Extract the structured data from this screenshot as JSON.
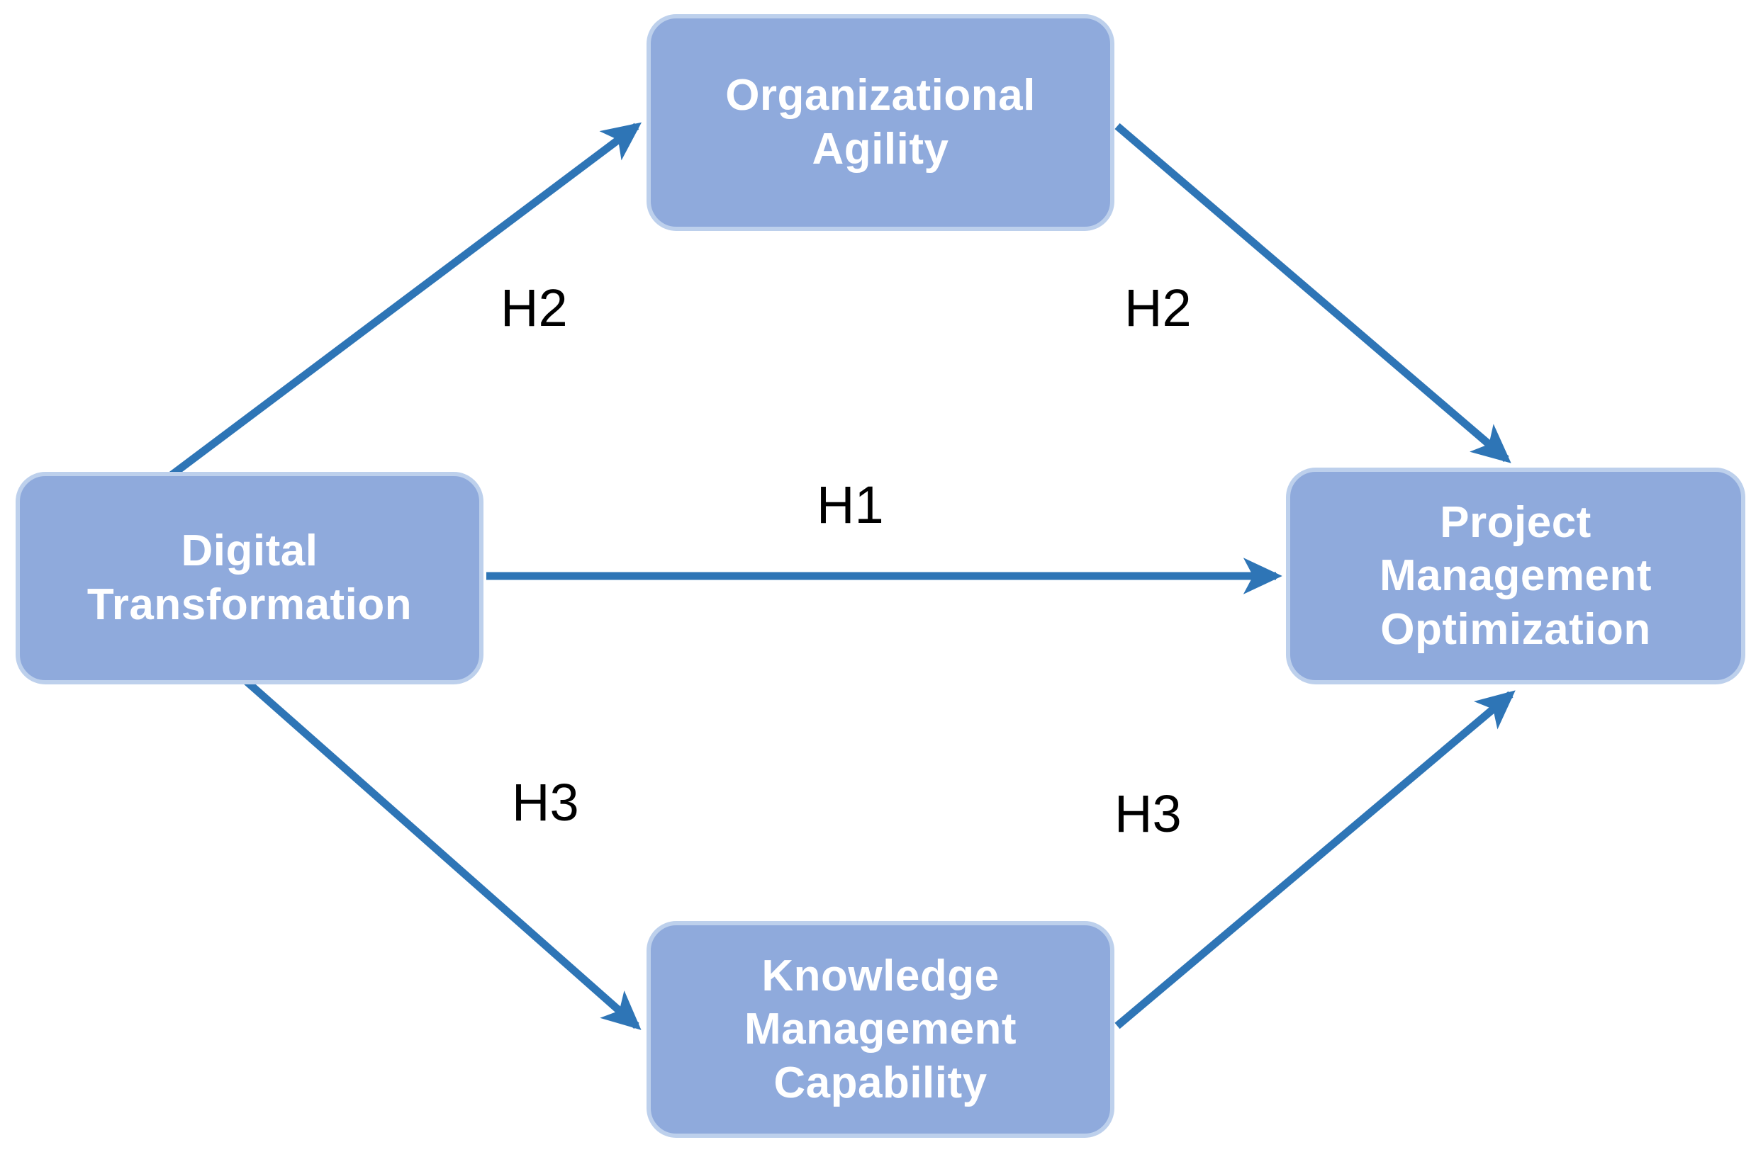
{
  "diagram": {
    "type": "conceptual-research-model",
    "background_color": "#FFFFFF",
    "node_fill_color": "#8FAADC",
    "node_border_color": "#BDD0EC",
    "node_text_color": "#FFFFFF",
    "arrow_color": "#2E75B6",
    "label_text_color": "#000000",
    "nodes": [
      {
        "id": "digital-transformation",
        "label": "Digital\nTransformation",
        "role": "independent-variable",
        "position": "left-center"
      },
      {
        "id": "organizational-agility",
        "label": "Organizational\nAgility",
        "role": "mediator",
        "position": "top-center"
      },
      {
        "id": "knowledge-management-capability",
        "label": "Knowledge\nManagement\nCapability",
        "role": "mediator",
        "position": "bottom-center"
      },
      {
        "id": "project-management-optimization",
        "label": "Project\nManagement\nOptimization",
        "role": "dependent-variable",
        "position": "right-center"
      }
    ],
    "edges": [
      {
        "id": "h2-a",
        "label": "H2",
        "from": "digital-transformation",
        "to": "organizational-agility",
        "direction": "up-right"
      },
      {
        "id": "h2-b",
        "label": "H2",
        "from": "organizational-agility",
        "to": "project-management-optimization",
        "direction": "down-right"
      },
      {
        "id": "h1",
        "label": "H1",
        "from": "digital-transformation",
        "to": "project-management-optimization",
        "direction": "right"
      },
      {
        "id": "h3-a",
        "label": "H3",
        "from": "digital-transformation",
        "to": "knowledge-management-capability",
        "direction": "down-right"
      },
      {
        "id": "h3-b",
        "label": "H3",
        "from": "knowledge-management-capability",
        "to": "project-management-optimization",
        "direction": "up-right"
      }
    ]
  }
}
